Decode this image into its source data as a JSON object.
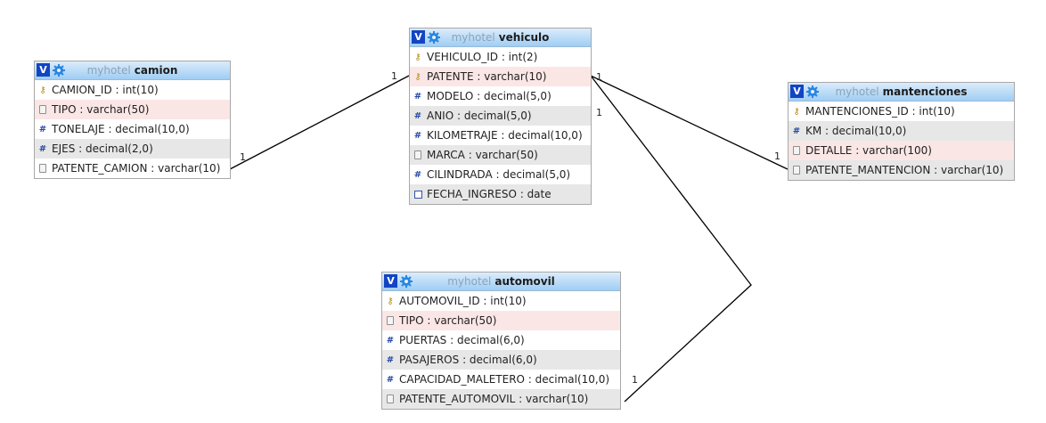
{
  "tables": {
    "camion": {
      "db": "myhotel",
      "name": "camion",
      "columns": [
        {
          "icon": "key-icon",
          "text": "CAMION_ID : int(10)",
          "shade": "odd"
        },
        {
          "icon": "string-icon",
          "text": "TIPO : varchar(50)",
          "shade": "pink"
        },
        {
          "icon": "number-icon",
          "text": "TONELAJE : decimal(10,0)",
          "shade": "odd"
        },
        {
          "icon": "number-icon",
          "text": "EJES : decimal(2,0)",
          "shade": "even"
        },
        {
          "icon": "string-icon",
          "text": "PATENTE_CAMION : varchar(10)",
          "shade": "odd"
        }
      ]
    },
    "vehiculo": {
      "db": "myhotel",
      "name": "vehiculo",
      "columns": [
        {
          "icon": "key-icon",
          "text": "VEHICULO_ID : int(2)",
          "shade": "odd"
        },
        {
          "icon": "key-icon",
          "text": "PATENTE : varchar(10)",
          "shade": "pink"
        },
        {
          "icon": "number-icon",
          "text": "MODELO : decimal(5,0)",
          "shade": "odd"
        },
        {
          "icon": "number-icon",
          "text": "ANIO : decimal(5,0)",
          "shade": "even"
        },
        {
          "icon": "number-icon",
          "text": "KILOMETRAJE : decimal(10,0)",
          "shade": "odd"
        },
        {
          "icon": "string-icon",
          "text": "MARCA : varchar(50)",
          "shade": "even"
        },
        {
          "icon": "number-icon",
          "text": "CILINDRADA : decimal(5,0)",
          "shade": "odd"
        },
        {
          "icon": "date-icon",
          "text": "FECHA_INGRESO : date",
          "shade": "even"
        }
      ]
    },
    "mantenciones": {
      "db": "myhotel",
      "name": "mantenciones",
      "columns": [
        {
          "icon": "key-icon",
          "text": "MANTENCIONES_ID : int(10)",
          "shade": "odd"
        },
        {
          "icon": "number-icon",
          "text": "KM : decimal(10,0)",
          "shade": "even"
        },
        {
          "icon": "string-icon",
          "text": "DETALLE : varchar(100)",
          "shade": "pink"
        },
        {
          "icon": "string-icon",
          "text": "PATENTE_MANTENCION : varchar(10)",
          "shade": "even"
        }
      ]
    },
    "automovil": {
      "db": "myhotel",
      "name": "automovil",
      "columns": [
        {
          "icon": "key-icon",
          "text": "AUTOMOVIL_ID : int(10)",
          "shade": "odd"
        },
        {
          "icon": "string-icon",
          "text": "TIPO : varchar(50)",
          "shade": "pink"
        },
        {
          "icon": "number-icon",
          "text": "PUERTAS : decimal(6,0)",
          "shade": "odd"
        },
        {
          "icon": "number-icon",
          "text": "PASAJEROS : decimal(6,0)",
          "shade": "even"
        },
        {
          "icon": "number-icon",
          "text": "CAPACIDAD_MALETERO : decimal(10,0)",
          "shade": "odd"
        },
        {
          "icon": "string-icon",
          "text": "PATENTE_AUTOMOVIL : varchar(10)",
          "shade": "even"
        }
      ]
    }
  },
  "relations": {
    "vehiculo_camion": {
      "from_card": "1",
      "to_card": "1"
    },
    "vehiculo_mantenciones": {
      "from_card": "1",
      "to_card": "1"
    },
    "vehiculo_automovil": {
      "from_card": "1",
      "to_card": "1"
    }
  },
  "header_button_label": "V",
  "colors": {
    "header_top": "#dcecfb",
    "header_bottom": "#9fcdf4",
    "v_button": "#1245c4",
    "key": "#b58a10",
    "number": "#2246a6"
  }
}
